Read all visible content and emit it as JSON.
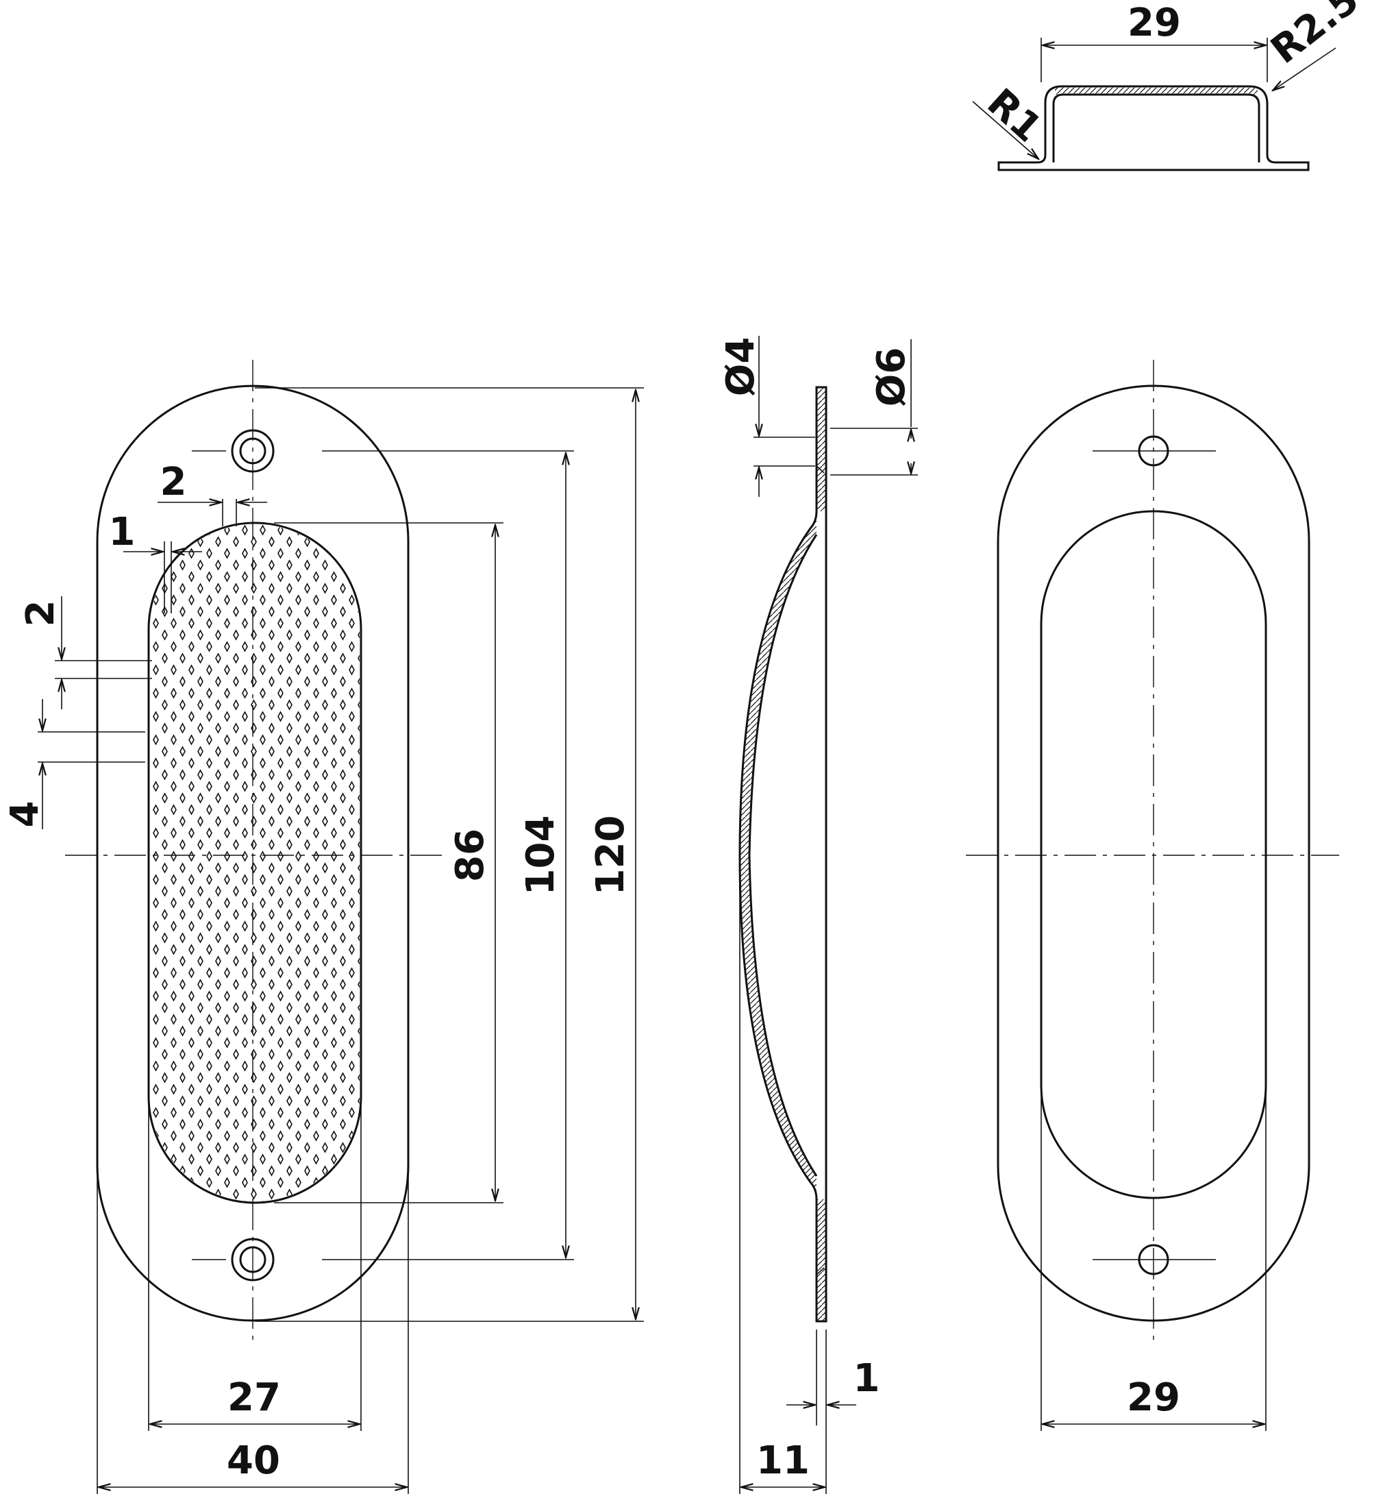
{
  "dimensions": {
    "top_width": "29",
    "top_r_outer": "R2.5",
    "top_r_inner": "R1",
    "hole_small": "Ø4",
    "hole_large": "Ø6",
    "texture_pitch_h": "2",
    "texture_gap": "1",
    "texture_pitch_v": "2",
    "texture_pitch_v2": "4",
    "recess_length": "86",
    "hole_spacing": "104",
    "overall_length": "120",
    "recess_width": "27",
    "overall_width": "40",
    "plate_thickness": "1",
    "depth": "11",
    "back_width": "29"
  }
}
